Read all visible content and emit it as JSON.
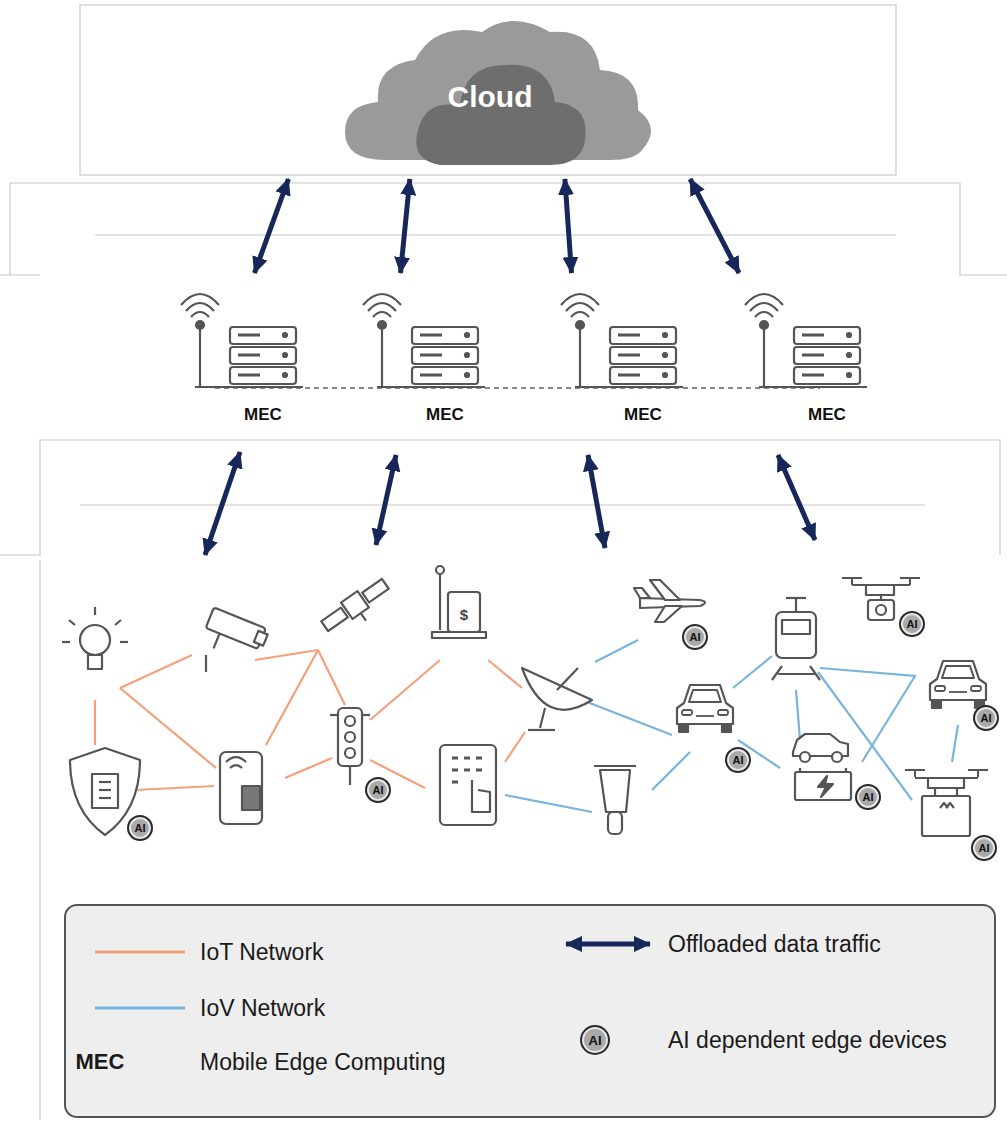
{
  "diagram": {
    "nodes": [
      {
        "text": [
          "Cloud"
        ]
      },
      {
        "text": [
          "MEC"
        ]
      },
      {
        "text": [
          "MEC"
        ]
      },
      {
        "text": [
          "MEC"
        ]
      },
      {
        "text": [
          "MEC"
        ]
      },
      {
        "text": [
          "AI"
        ]
      },
      {
        "text": [
          "AI"
        ]
      },
      {
        "text": [
          "AI"
        ]
      },
      {
        "text": [
          "AI"
        ]
      },
      {
        "text": [
          "AI"
        ]
      },
      {
        "text": [
          "AI"
        ]
      },
      {
        "text": [
          "AI"
        ]
      },
      {
        "text": [
          "AI"
        ]
      }
    ],
    "edges": [
      {
        "from": 1,
        "to": 0,
        "arrow": "both"
      },
      {
        "from": 2,
        "to": 0,
        "arrow": "both"
      },
      {
        "from": 3,
        "to": 0,
        "arrow": "both"
      },
      {
        "from": 4,
        "to": 0,
        "arrow": "both"
      }
    ],
    "labels": [
      "$",
      "MEC",
      "AI"
    ],
    "legend": [
      {
        "text": "IoT Network"
      },
      {
        "text": "IoV Network"
      },
      {
        "text": "Mobile Edge Computing"
      },
      {
        "text": "Offloaded data traffic"
      },
      {
        "text": "AI dependent edge devices"
      }
    ]
  }
}
